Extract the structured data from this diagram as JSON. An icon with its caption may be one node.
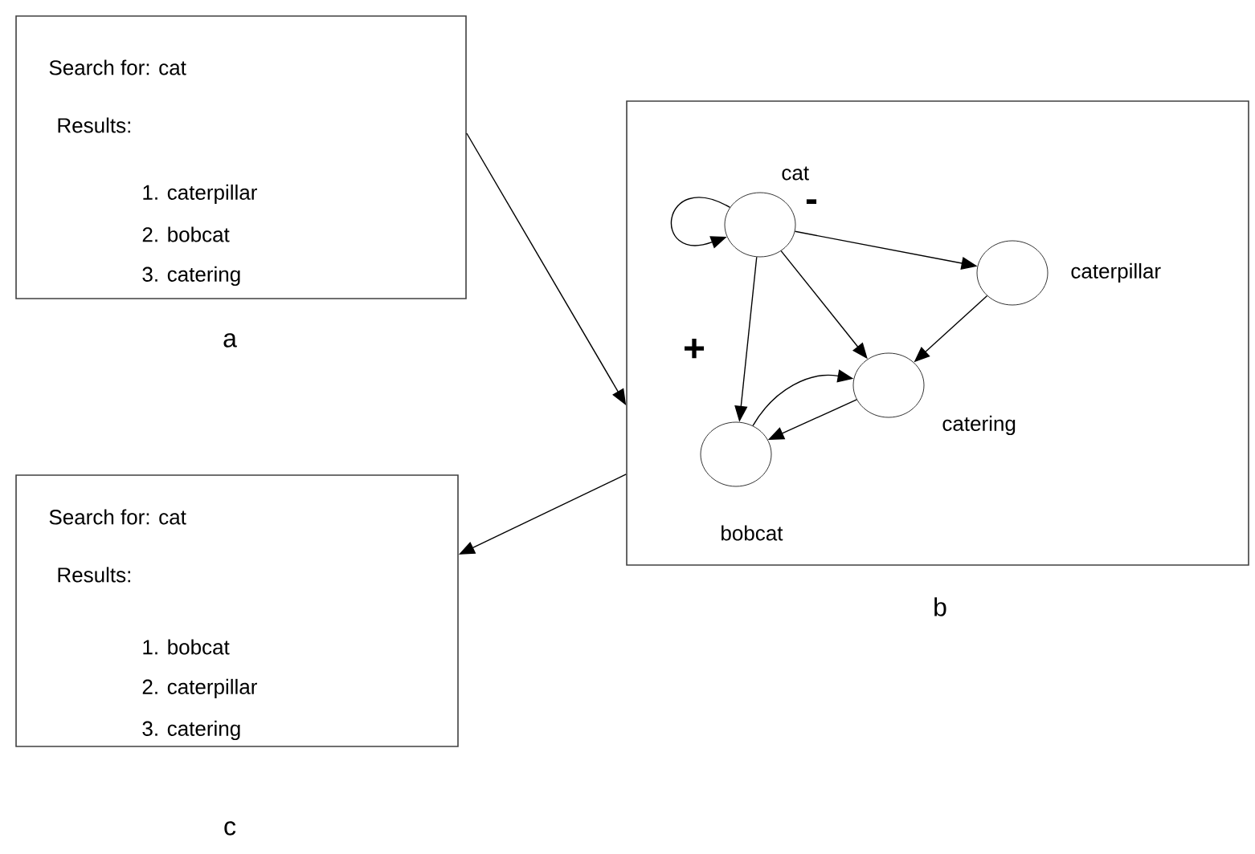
{
  "diagram": {
    "nodes": [
      {
        "text": [
          "Search for: cat",
          "Results:",
          "1. caterpillar",
          "2. bobcat",
          "3. catering"
        ],
        "beside": [
          "a"
        ]
      },
      {
        "text": [],
        "shape": "box",
        "beside": [
          "b"
        ]
      },
      {
        "text": [],
        "shape": "circle",
        "in": 1,
        "beside": [
          "cat"
        ]
      },
      {
        "text": [],
        "shape": "circle",
        "in": 1,
        "beside": [
          "caterpillar"
        ]
      },
      {
        "text": [],
        "shape": "circle",
        "in": 1,
        "beside": [
          "catering"
        ]
      },
      {
        "text": [],
        "shape": "circle",
        "in": 1,
        "beside": [
          "bobcat"
        ]
      },
      {
        "text": [
          "Search for: cat",
          "Results:",
          "1. bobcat",
          "2. caterpillar",
          "3. catering"
        ],
        "beside": [
          "c"
        ]
      }
    ],
    "edges": [
      {
        "from": 0,
        "to": 1,
        "arrow": "to"
      },
      {
        "from": 1,
        "to": 6,
        "arrow": "to"
      },
      {
        "from": 2,
        "to": 2,
        "arrow": "to"
      },
      {
        "from": 2,
        "to": 3,
        "arrow": "to",
        "label": "-"
      },
      {
        "from": 2,
        "to": 5,
        "arrow": "to",
        "label": "+"
      },
      {
        "from": 2,
        "to": 4,
        "arrow": "to"
      },
      {
        "from": 3,
        "to": 4,
        "arrow": "to"
      },
      {
        "from": 5,
        "to": 4,
        "arrow": "to"
      },
      {
        "from": 4,
        "to": 5,
        "arrow": "to"
      }
    ]
  }
}
